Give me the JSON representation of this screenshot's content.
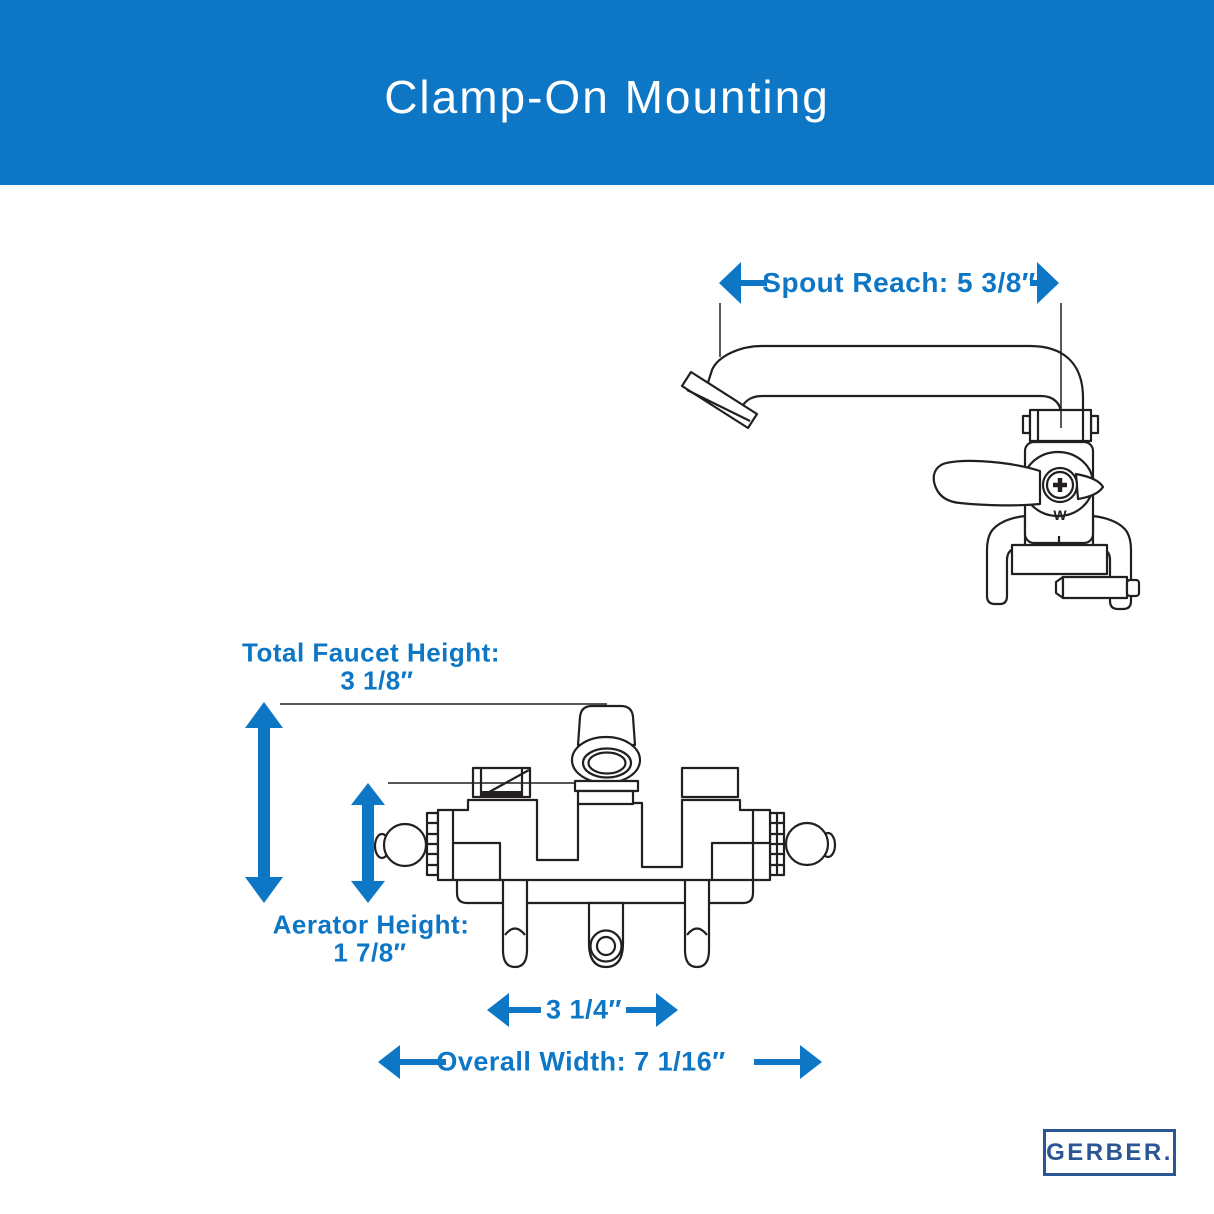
{
  "header": {
    "title": "Clamp-On Mounting"
  },
  "colors": {
    "accent": "#0d77c6",
    "header_bg": "#0d77c6",
    "logo": "#2a5793",
    "line": "#231f20",
    "background": "#ffffff"
  },
  "labels": {
    "spout_reach": "Spout Reach: 5 3/8″",
    "total_faucet_height_1": "Total Faucet Height:",
    "total_faucet_height_2": "3 1/8″",
    "aerator_height_1": "Aerator Height:",
    "aerator_height_2": "1 7/8″",
    "leg_spacing": "3 1/4″",
    "overall_width": "Overall Width: 7 1/16″"
  },
  "logo": {
    "text": "GERBER."
  }
}
